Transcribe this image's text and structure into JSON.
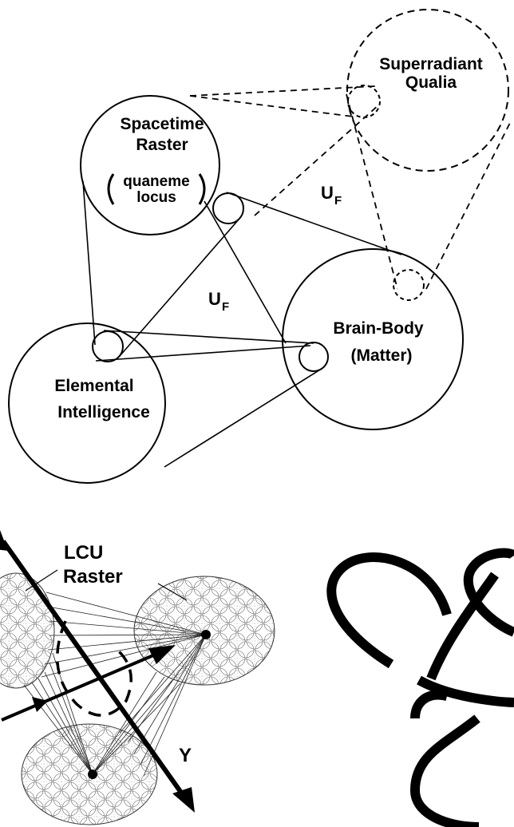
{
  "top_diagram": {
    "spacetime_raster": {
      "line1": "Spacetime",
      "line2": "Raster"
    },
    "quaneme_locus": {
      "line1": "quaneme",
      "line2": "locus"
    },
    "superradiant_qualia": {
      "line1": "Superradiant",
      "line2": "Qualia"
    },
    "brain_body": {
      "line1": "Brain-Body",
      "line2": "(Matter)"
    },
    "elemental_intelligence": {
      "line1": "Elemental",
      "line2": "Intelligence"
    },
    "uf_upper": {
      "base": "U",
      "sub": "F"
    },
    "uf_lower": {
      "base": "U",
      "sub": "F"
    }
  },
  "bottom_left_diagram": {
    "lcu_label": "LCU",
    "raster_label": "Raster",
    "axis_label": "Y"
  },
  "bottom_right_diagram": {
    "description_icon": "trefoil-knot-icon"
  }
}
